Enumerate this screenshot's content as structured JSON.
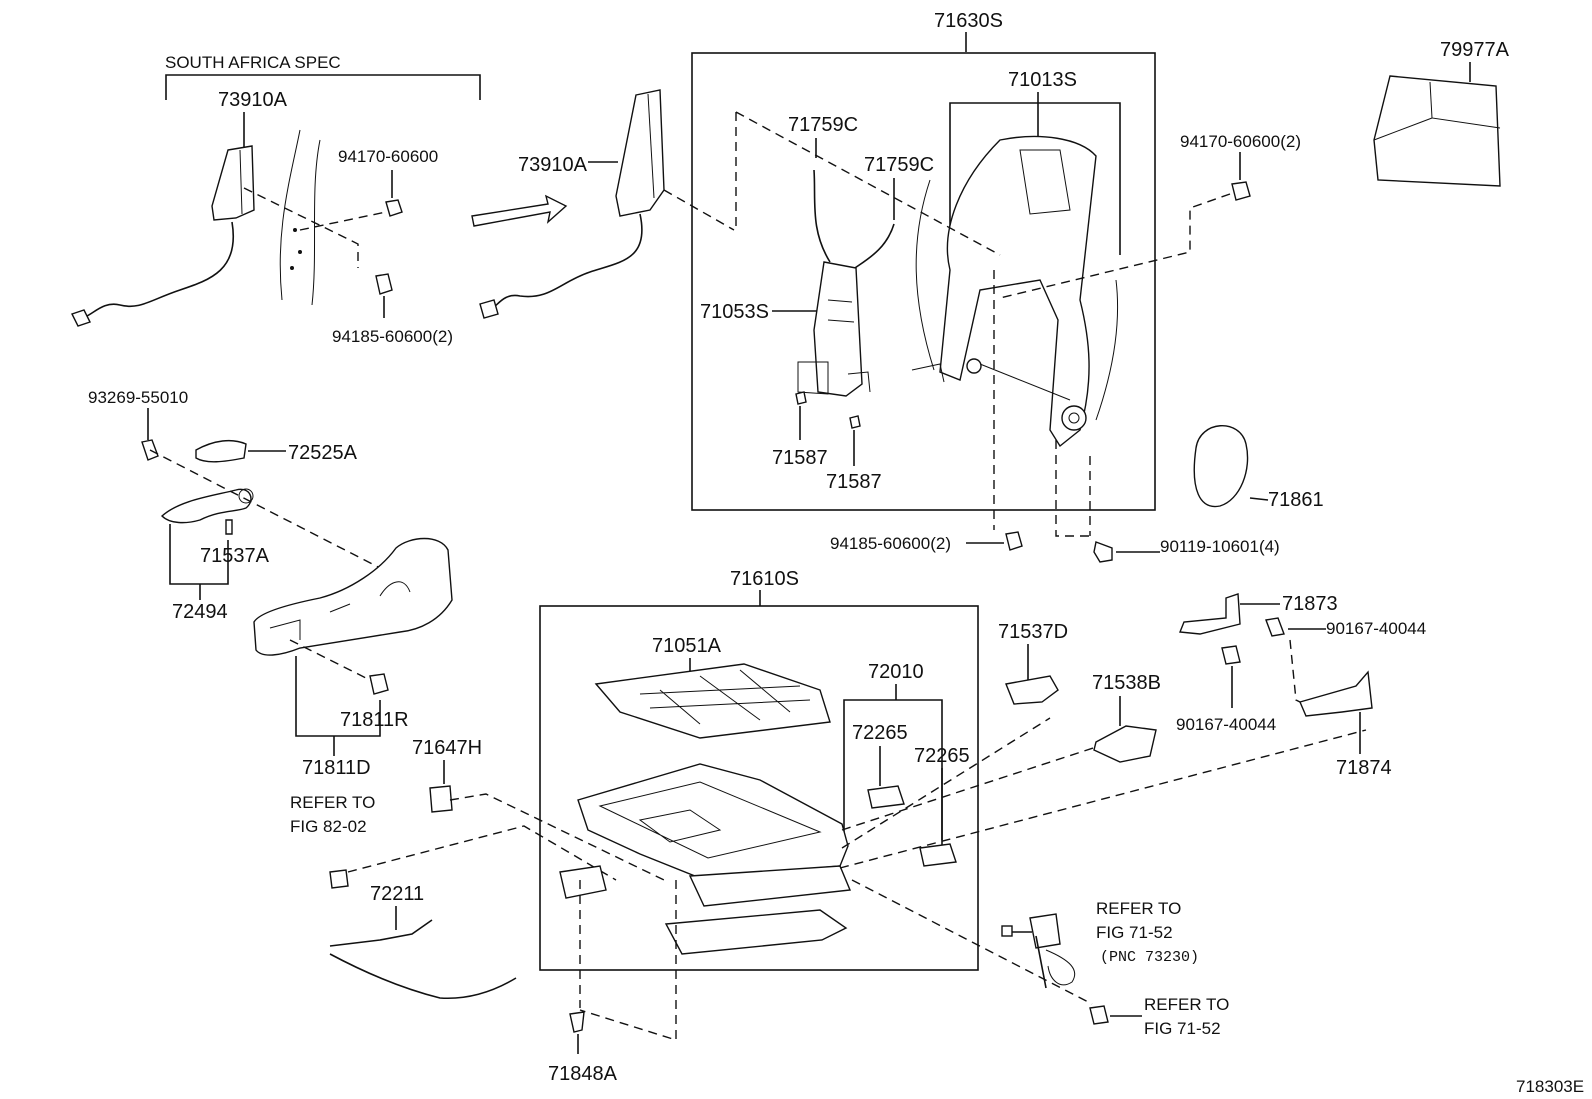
{
  "labels": {
    "south_africa": "SOUTH AFRICA SPEC",
    "p73910A_left": "73910A",
    "p94170_60600": "94170-60600",
    "p94185_60600_2_top": "94185-60600(2)",
    "p73910A_mid": "73910A",
    "p71630S": "71630S",
    "p71013S": "71013S",
    "p71759C_a": "71759C",
    "p71759C_b": "71759C",
    "p71053S": "71053S",
    "p71587_a": "71587",
    "p71587_b": "71587",
    "p79977A": "79977A",
    "p94170_60600_2": "94170-60600(2)",
    "p93269": "93269-55010",
    "p72525A": "72525A",
    "p71537A": "71537A",
    "p72494": "72494",
    "p71861": "71861",
    "p94185_60600_2_bot": "94185-60600(2)",
    "p90119": "90119-10601(4)",
    "p71610S": "71610S",
    "p71051A": "71051A",
    "p72010": "72010",
    "p72265_a": "72265",
    "p72265_b": "72265",
    "p71537D": "71537D",
    "p71538B": "71538B",
    "p71873": "71873",
    "p90167_a": "90167-40044",
    "p90167_b": "90167-40044",
    "p71874": "71874",
    "p71811R": "71811R",
    "p71811D": "71811D",
    "p71647H": "71647H",
    "refer_to_a": "REFER TO",
    "fig_82_02": "FIG 82-02",
    "p72211": "72211",
    "refer_to_b": "REFER TO",
    "fig_71_52_a": "FIG 71-52",
    "pnc_73230": "(PNC 73230)",
    "refer_to_c": "REFER TO",
    "fig_71_52_b": "FIG 71-52",
    "p71848A": "71848A",
    "figure_id": "718303E"
  }
}
